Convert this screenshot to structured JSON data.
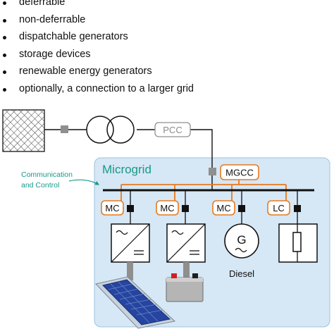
{
  "bullets": [
    "deferrable",
    "non-deferrable",
    "dispatchable generators",
    "storage devices",
    "renewable energy generators",
    "optionally, a connection to a larger grid"
  ],
  "diagram": {
    "pcc_label": "PCC",
    "microgrid_label": "Microgrid",
    "comm_label_line1": "Communication",
    "comm_label_line2": "and Control",
    "mgcc_label": "MGCC",
    "controllers": [
      "MC",
      "MC",
      "MC",
      "LC"
    ],
    "generator_symbol": "G",
    "diesel_label": "Diesel"
  },
  "colors": {
    "microgrid_fill": "#d6e7f5",
    "microgrid_border": "#9fc3e0",
    "controller_orange": "#e77a1f",
    "microgrid_teal": "#17998a",
    "connector_gray": "#8f8f8f",
    "line_dark": "#111111"
  }
}
